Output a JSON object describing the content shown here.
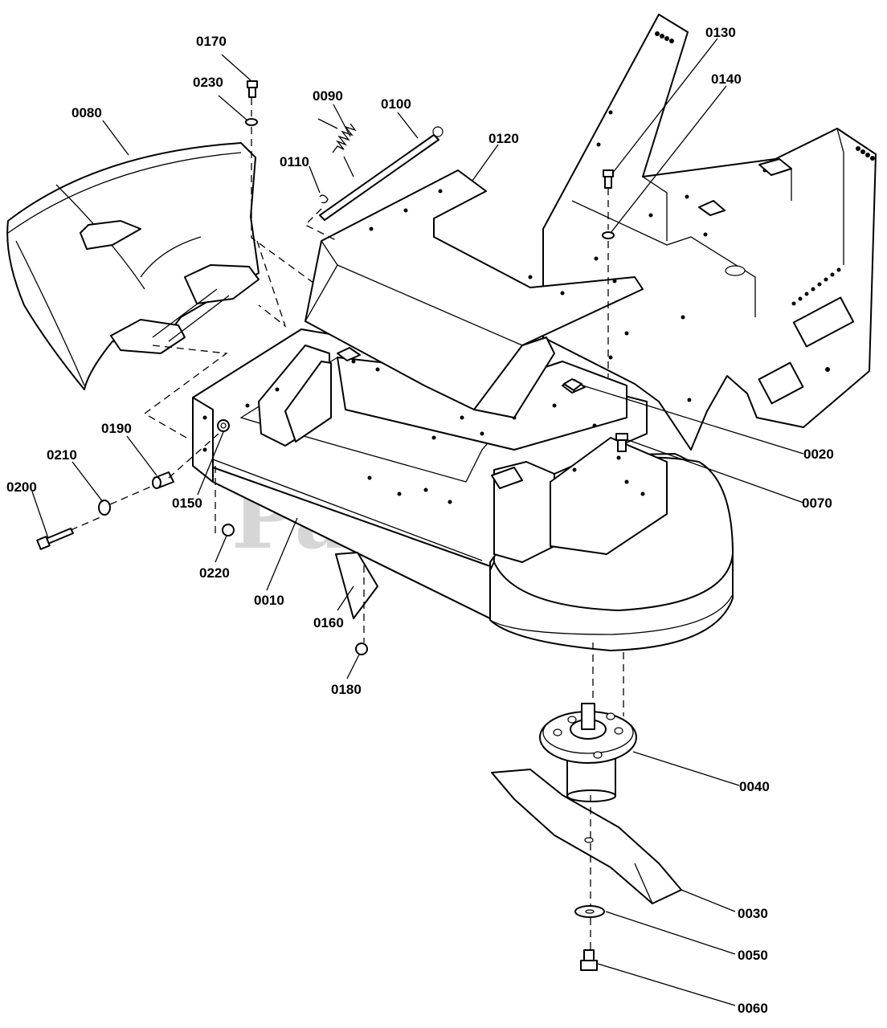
{
  "diagram": {
    "watermark": "PartsTree",
    "trademark": "™",
    "callouts": [
      {
        "id": "c0170",
        "label": "0170"
      },
      {
        "id": "c0230",
        "label": "0230"
      },
      {
        "id": "c0080",
        "label": "0080"
      },
      {
        "id": "c0090",
        "label": "0090"
      },
      {
        "id": "c0100",
        "label": "0100"
      },
      {
        "id": "c0110",
        "label": "0110"
      },
      {
        "id": "c0120",
        "label": "0120"
      },
      {
        "id": "c0130",
        "label": "0130"
      },
      {
        "id": "c0140",
        "label": "0140"
      },
      {
        "id": "c0190",
        "label": "0190"
      },
      {
        "id": "c0210",
        "label": "0210"
      },
      {
        "id": "c0200",
        "label": "0200"
      },
      {
        "id": "c0150",
        "label": "0150"
      },
      {
        "id": "c0220",
        "label": "0220"
      },
      {
        "id": "c0010",
        "label": "0010"
      },
      {
        "id": "c0160",
        "label": "0160"
      },
      {
        "id": "c0180",
        "label": "0180"
      },
      {
        "id": "c0020",
        "label": "0020"
      },
      {
        "id": "c0070",
        "label": "0070"
      },
      {
        "id": "c0040",
        "label": "0040"
      },
      {
        "id": "c0030",
        "label": "0030"
      },
      {
        "id": "c0050",
        "label": "0050"
      },
      {
        "id": "c0060",
        "label": "0060"
      }
    ]
  }
}
